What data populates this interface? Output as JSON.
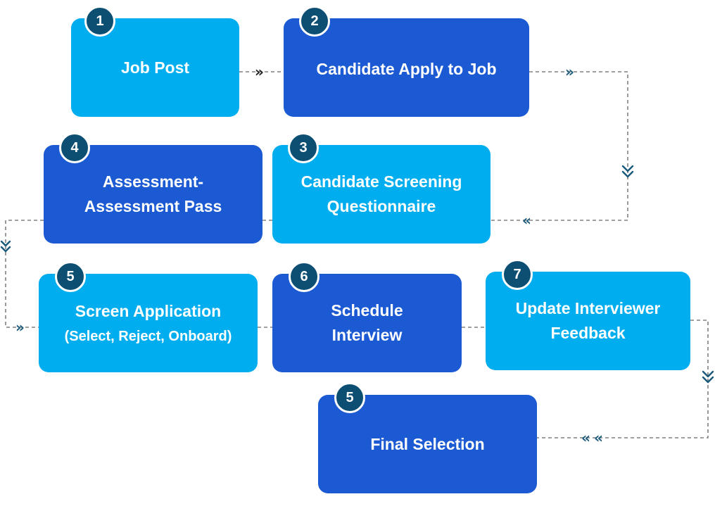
{
  "steps": [
    {
      "number": "1",
      "title": "Job Post"
    },
    {
      "number": "2",
      "title": "Candidate Apply to Job"
    },
    {
      "number": "3",
      "title": "Candidate Screening",
      "title2": "Questionnaire"
    },
    {
      "number": "4",
      "title": "Assessment-",
      "title2": "Assessment Pass"
    },
    {
      "number": "5",
      "title": "Screen Application",
      "subtitle": "(Select, Reject, Onboard)"
    },
    {
      "number": "6",
      "title": "Schedule",
      "title2": "Interview"
    },
    {
      "number": "7",
      "title": "Update Interviewer",
      "title2": "Feedback"
    },
    {
      "number": "5",
      "title": "Final Selection"
    }
  ],
  "colors": {
    "light_box": "#00aeef",
    "dark_box": "#1b5ad3",
    "badge": "#0c4f73",
    "connector": "#808080",
    "arrow": "#1b5a7a"
  },
  "icons": {
    "chevron_right": "»",
    "chevron_left": "«",
    "chevron_down": "chevron-double-down-icon"
  }
}
